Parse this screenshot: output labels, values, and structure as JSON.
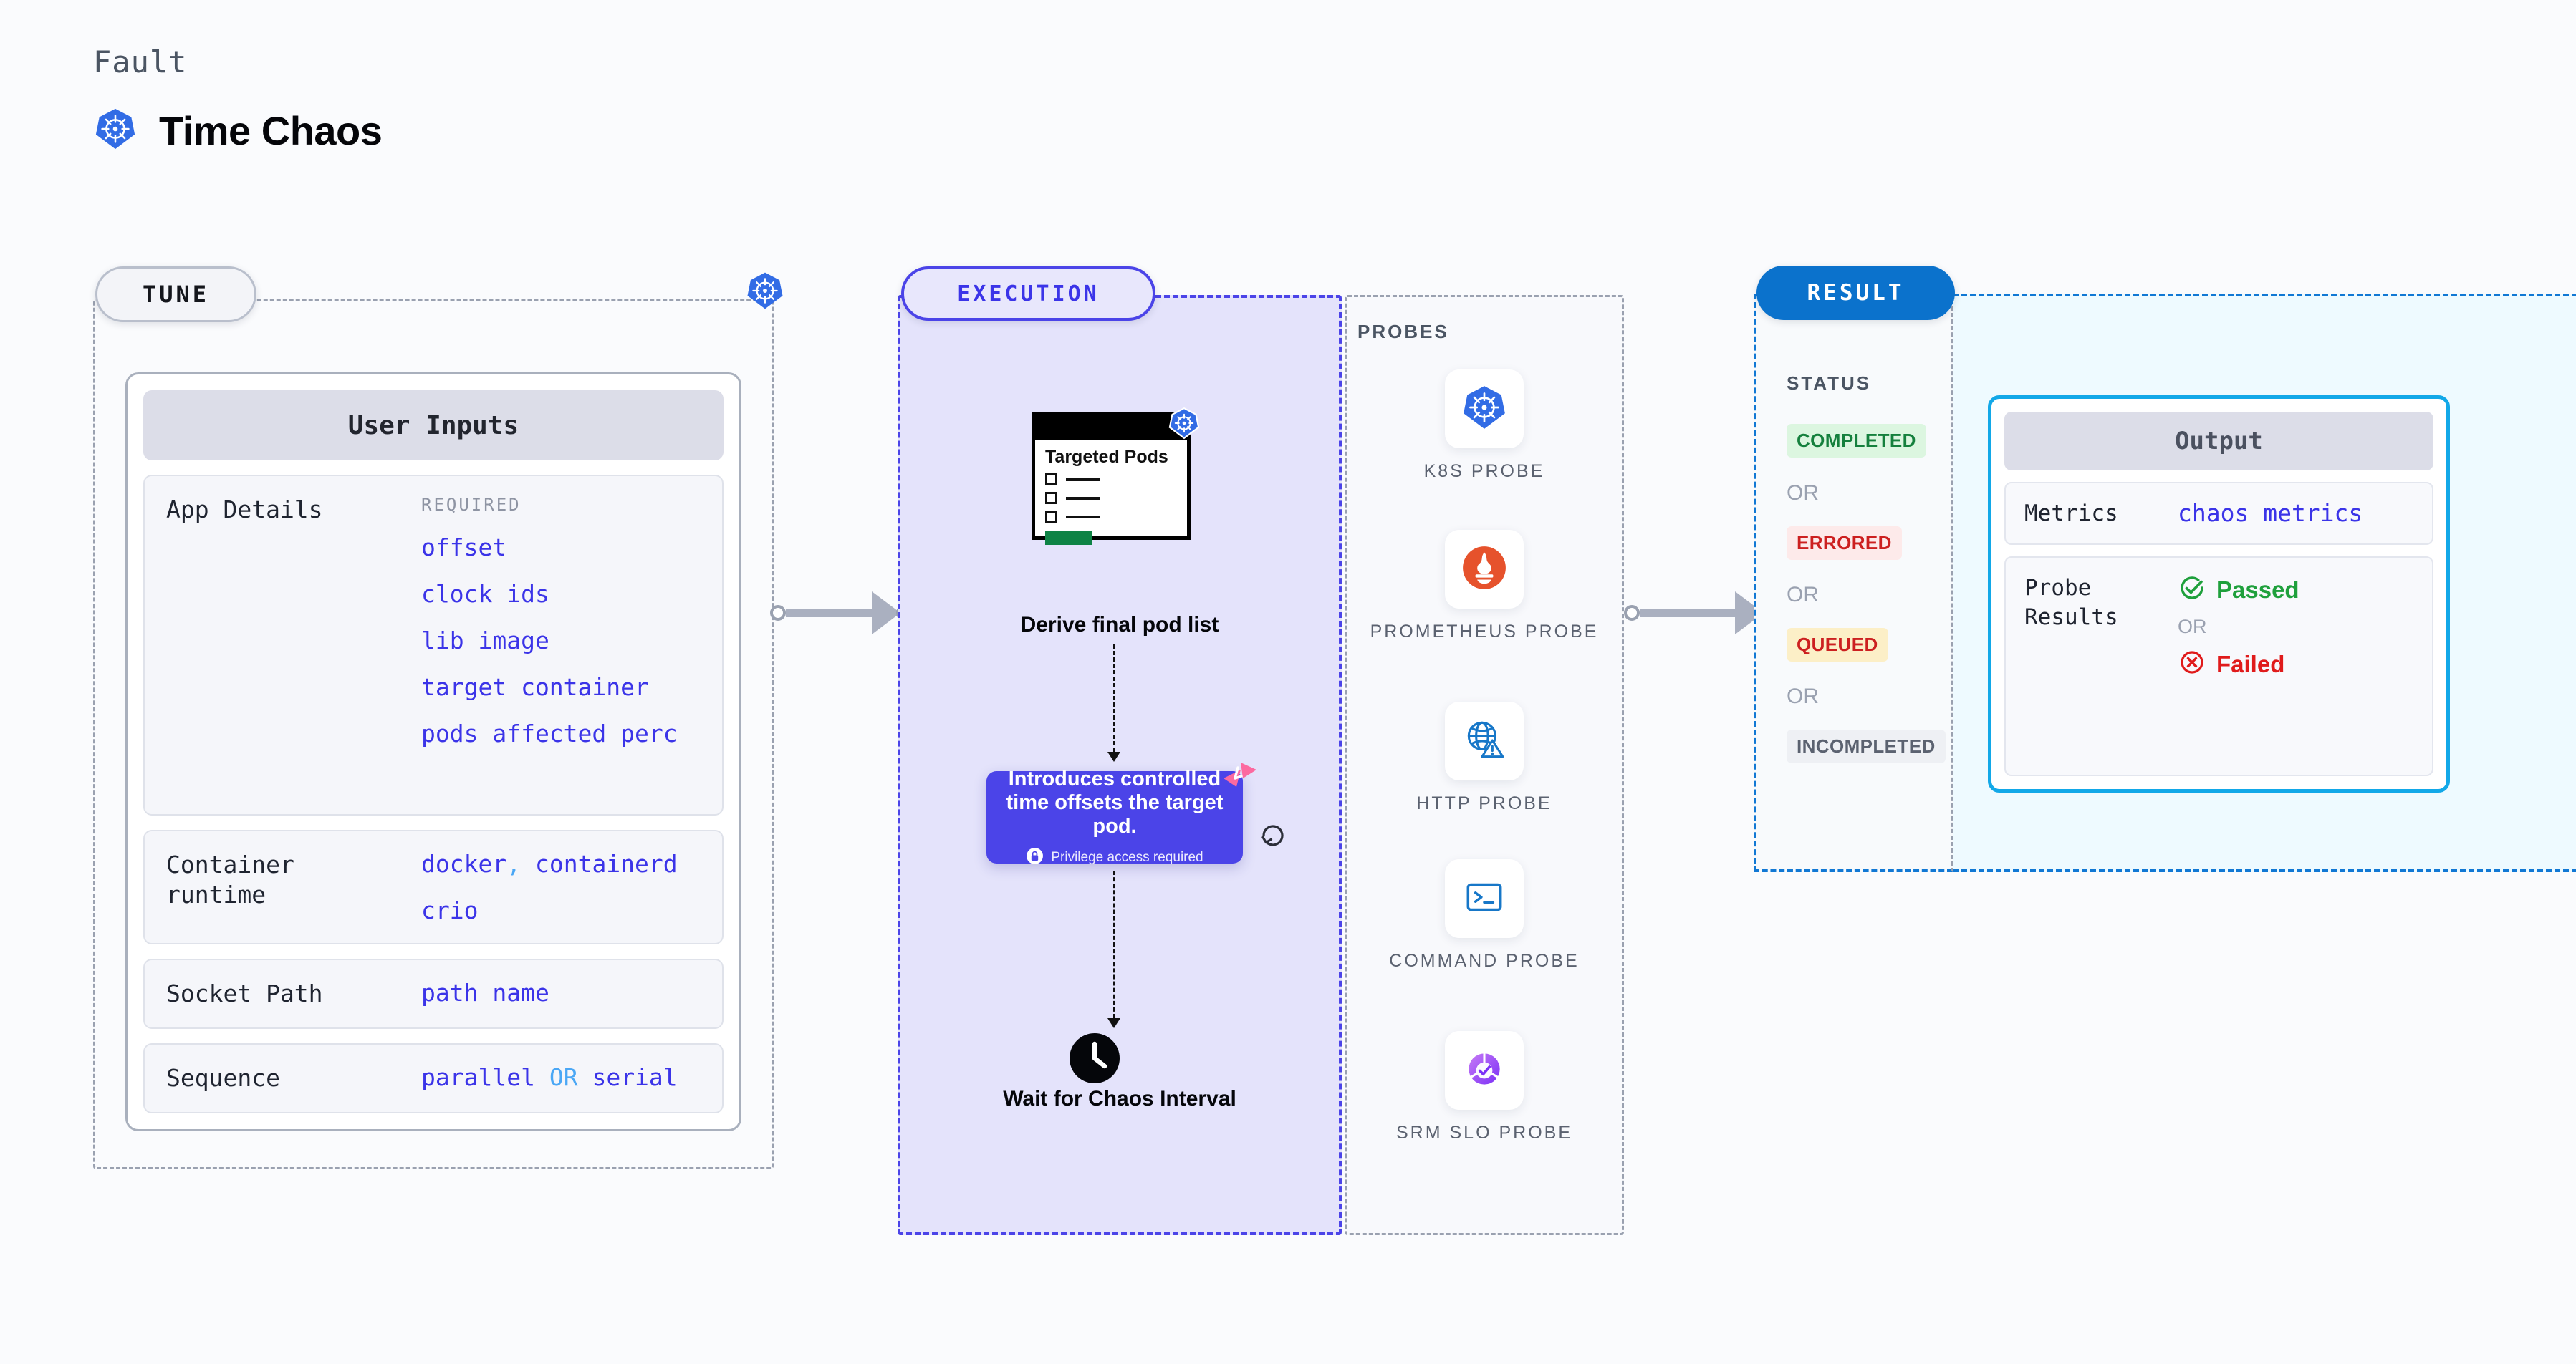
{
  "header": {
    "kicker": "Fault",
    "title": "Time Chaos",
    "icon": "kubernetes-helm-icon"
  },
  "tune": {
    "pill_label": "TUNE",
    "badge_icon": "kubernetes-helm-icon",
    "card_title": "User Inputs",
    "rows": [
      {
        "label": "App Details",
        "required_tag": "REQUIRED",
        "values": [
          "offset",
          "clock ids",
          "lib image",
          "target container",
          "pods affected perc"
        ]
      },
      {
        "label": "Container runtime",
        "values": [
          "docker",
          "containerd",
          "crio"
        ],
        "separator": ","
      },
      {
        "label": "Socket Path",
        "values": [
          "path name"
        ]
      },
      {
        "label": "Sequence",
        "values": [
          "parallel",
          "serial"
        ],
        "separator": "OR"
      }
    ]
  },
  "execution": {
    "pill_label": "EXECUTION",
    "pods_card": {
      "title": "Targeted Pods",
      "badge_icon": "kubernetes-helm-icon",
      "checkbox_count": 3
    },
    "derive_label": "Derive final pod list",
    "description_card": {
      "text": "Introduces controlled time offsets the target pod.",
      "privilege_note": "Privilege access required",
      "lock_icon": "lock-icon",
      "ribbon_icon": "chaos-ribbon-icon",
      "refresh_icon": "refresh-icon"
    },
    "wait_node": {
      "icon": "clock-icon",
      "label": "Wait for Chaos Interval"
    }
  },
  "probes": {
    "title": "PROBES",
    "items": [
      {
        "label": "K8S PROBE",
        "icon": "kubernetes-helm-icon"
      },
      {
        "label": "PROMETHEUS PROBE",
        "icon": "prometheus-torch-icon"
      },
      {
        "label": "HTTP PROBE",
        "icon": "globe-warning-icon"
      },
      {
        "label": "COMMAND PROBE",
        "icon": "terminal-icon"
      },
      {
        "label": "SRM SLO PROBE",
        "icon": "slo-gauge-icon"
      }
    ]
  },
  "result": {
    "pill_label": "RESULT",
    "status_title": "STATUS",
    "or_label": "OR",
    "statuses": [
      {
        "label": "COMPLETED",
        "color": "#15803d",
        "bg": "#dcf6e0"
      },
      {
        "label": "ERRORED",
        "color": "#cc2020",
        "bg": "#fdeaea"
      },
      {
        "label": "QUEUED",
        "color": "#cc2020",
        "bg": "#fcefc7"
      },
      {
        "label": "INCOMPLETED",
        "color": "#5b6270",
        "bg": "#eef0f4"
      }
    ],
    "output": {
      "title": "Output",
      "metrics_label": "Metrics",
      "metrics_value": "chaos metrics",
      "probe_results_label": "Probe Results",
      "passed_label": "Passed",
      "failed_label": "Failed",
      "or_label": "OR",
      "passed_icon": "check-circle-icon",
      "failed_icon": "x-circle-icon"
    }
  },
  "colors": {
    "accent_indigo": "#4b44e8",
    "accent_blue": "#0b72cc",
    "accent_cyan": "#12a8e8",
    "k8s_blue": "#326ce5",
    "value_text": "#3b34e8",
    "separator": "#4aa7f5",
    "pink_ribbon": "#fc6aa0",
    "pass_green": "#1fa03c",
    "fail_red": "#e01b1b"
  }
}
